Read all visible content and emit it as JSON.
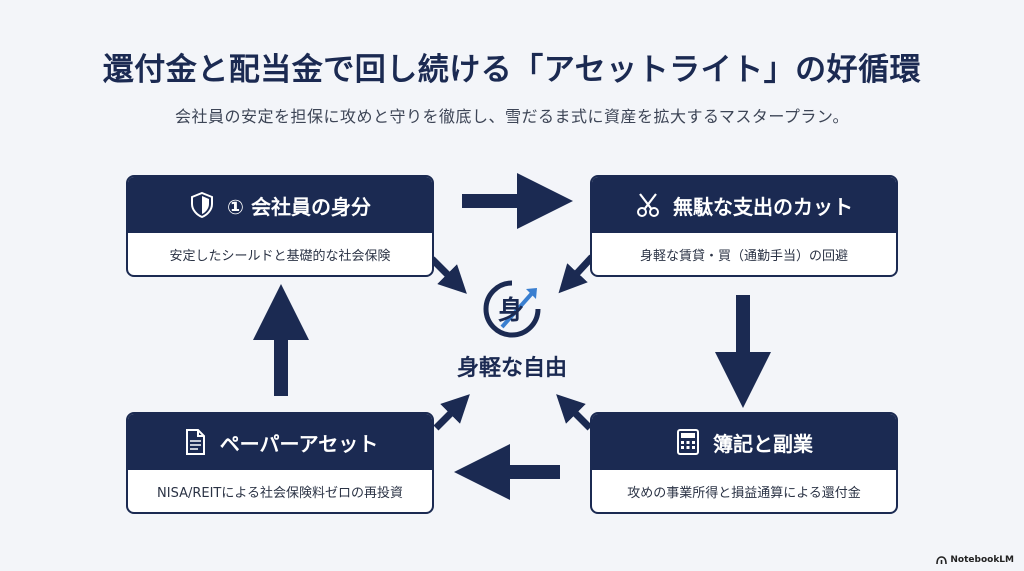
{
  "title": "還付金と配当金で回し続ける「アセットライト」の好循環",
  "subtitle": "会社員の安定を担保に攻めと守りを徹底し、雪だるま式に資産を拡大するマスタープラン。",
  "colors": {
    "navy": "#1b2a52",
    "background": "#f3f5f9",
    "accent": "#3a7fd0"
  },
  "boxes": {
    "top_left": {
      "icon": "shield-icon",
      "title": "① 会社員の身分",
      "desc": "安定したシールドと基礎的な社会保険"
    },
    "top_right": {
      "icon": "scissors-icon",
      "title": "無駄な支出のカット",
      "desc": "身軽な賃貸・買（通勤手当）の回避"
    },
    "bottom_right": {
      "icon": "calculator-icon",
      "title": "簿記と副業",
      "desc": "攻めの事業所得と損益通算による還付金"
    },
    "bottom_left": {
      "icon": "document-icon",
      "title": "ペーパーアセット",
      "desc": "NISA/REITによる社会保険料ゼロの再投資"
    }
  },
  "center": {
    "icon_char": "身",
    "label": "身軽な自由"
  },
  "brand": "NotebookLM"
}
